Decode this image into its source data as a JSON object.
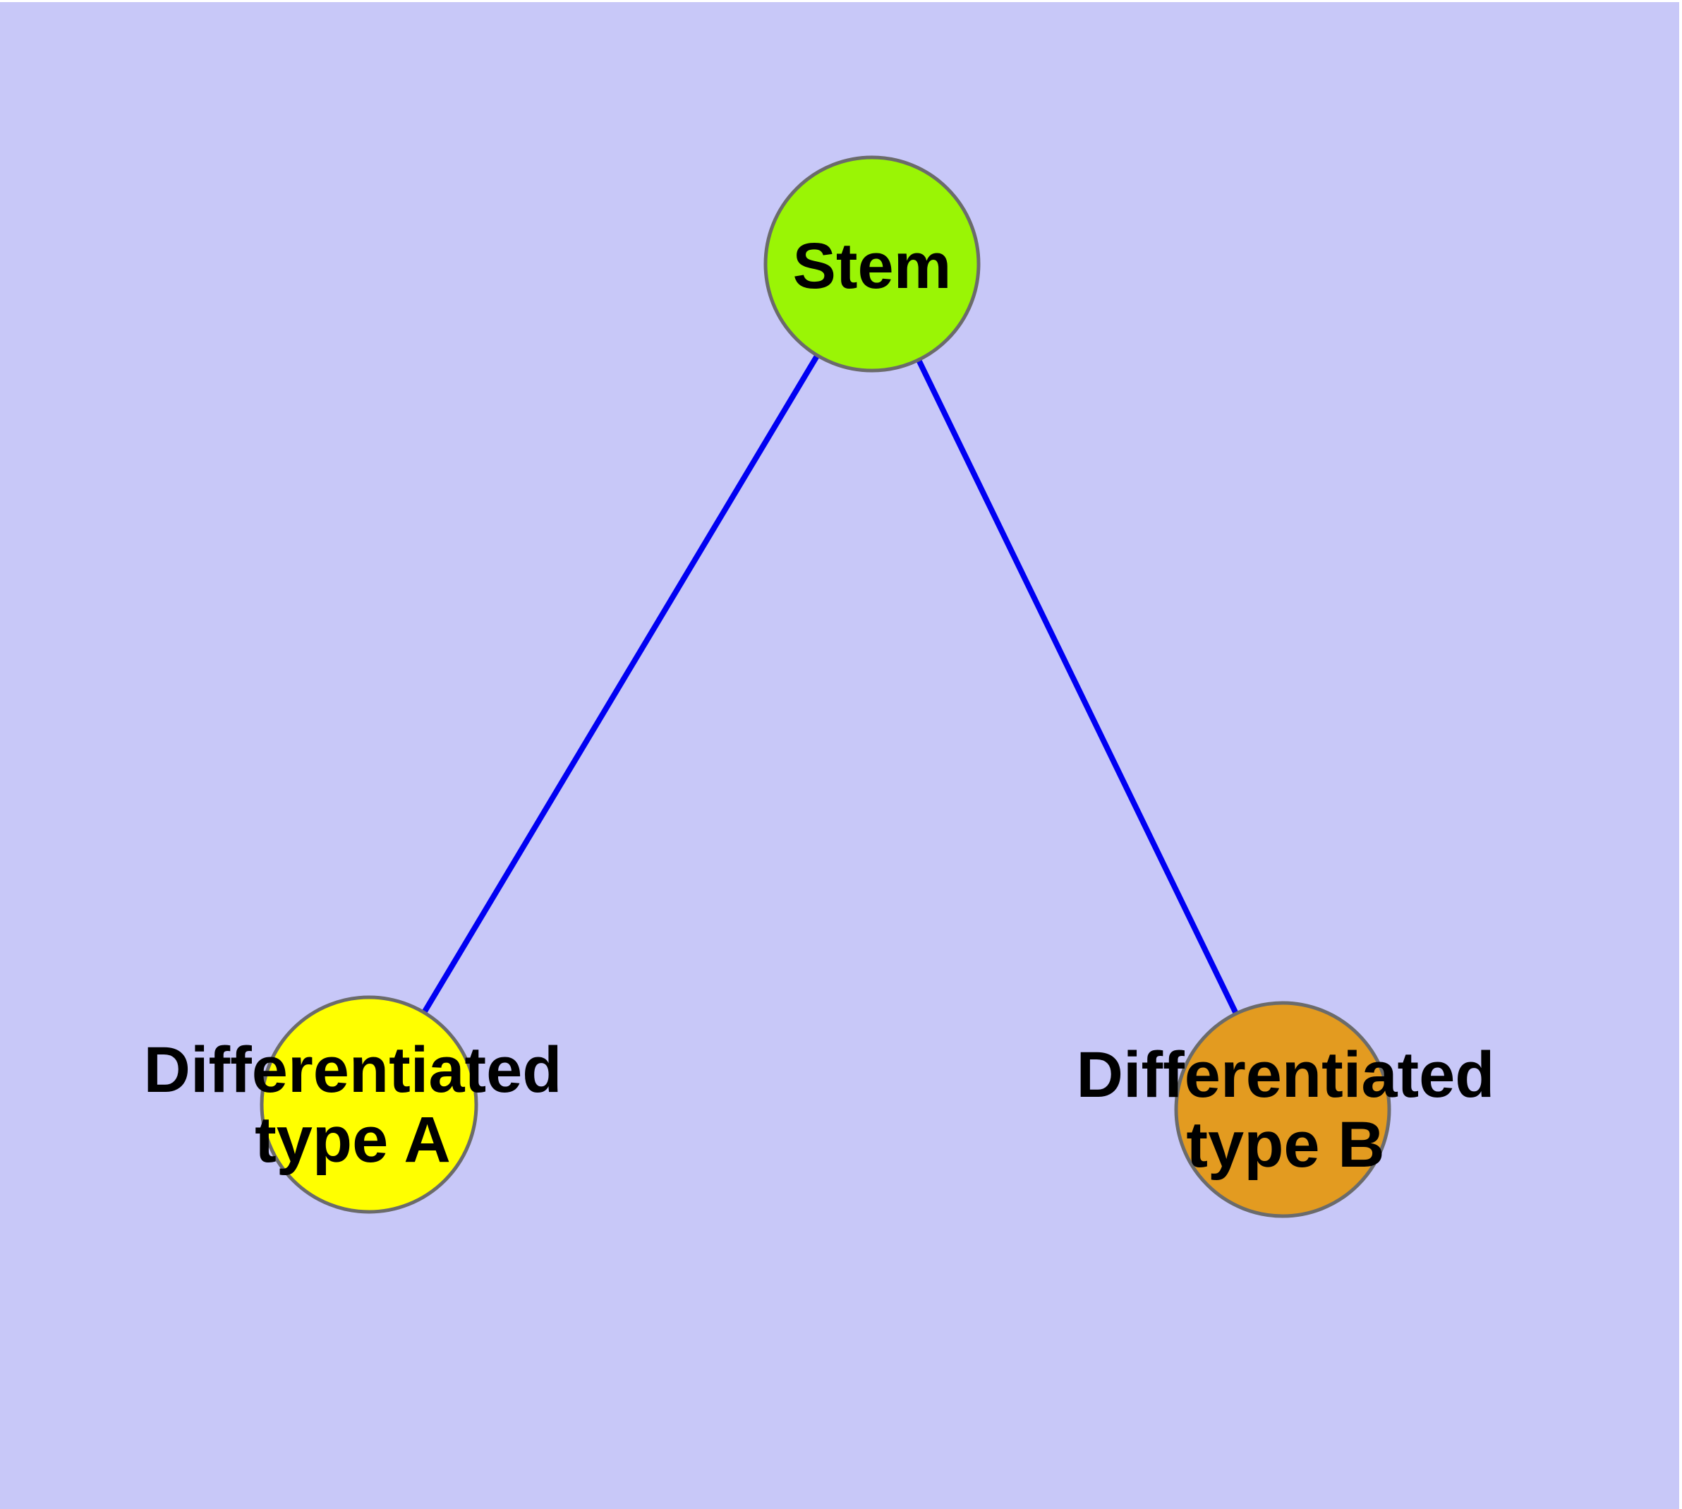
{
  "colors": {
    "background": "#C8C8F8",
    "node_border": "#6B6B6B",
    "edge": "#0000F2",
    "label": "#000000"
  },
  "graph": {
    "nodes": [
      {
        "id": "stem",
        "label": "Stem",
        "fill": "#9AF505"
      },
      {
        "id": "type-a",
        "label": "Differentiated type A",
        "label_line1": "Differentiated",
        "label_line2": "type A",
        "fill": "#FFFF00"
      },
      {
        "id": "type-b",
        "label": "Differentiated type B",
        "label_line1": "Differentiated",
        "label_line2": "type B",
        "fill": "#E39B20"
      }
    ],
    "edges": [
      {
        "from": "stem",
        "to": "type-a"
      },
      {
        "from": "stem",
        "to": "type-b"
      }
    ]
  }
}
